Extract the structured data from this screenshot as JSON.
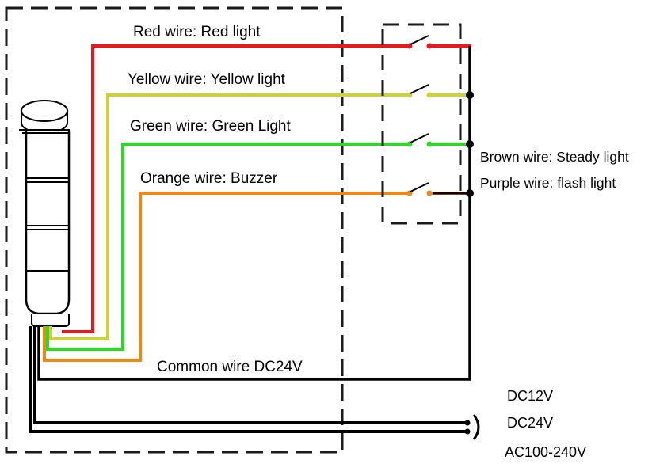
{
  "colors": {
    "red": "#e8191c",
    "yellow": "#cfd13a",
    "green": "#2ed827",
    "orange": "#ee8618",
    "black": "#000000",
    "dash": "#1a1a1a",
    "light_body": "#ffffff",
    "light_outline": "#000000"
  },
  "wires": {
    "red": "Red wire: Red light",
    "yellow": "Yellow wire: Yellow light",
    "green": "Green wire: Green Light",
    "orange": "Orange wire: Buzzer",
    "common": "Common wire DC24V"
  },
  "controls": {
    "brown": "Brown wire: Steady light",
    "purple": "Purple wire: flash light"
  },
  "power": {
    "options": [
      "DC12V",
      "DC24V",
      "AC100-240V"
    ]
  },
  "icons": {
    "signal_tower": "signal-tower-light-icon",
    "switch": "switch-icon",
    "connector": "power-connector-icon"
  }
}
